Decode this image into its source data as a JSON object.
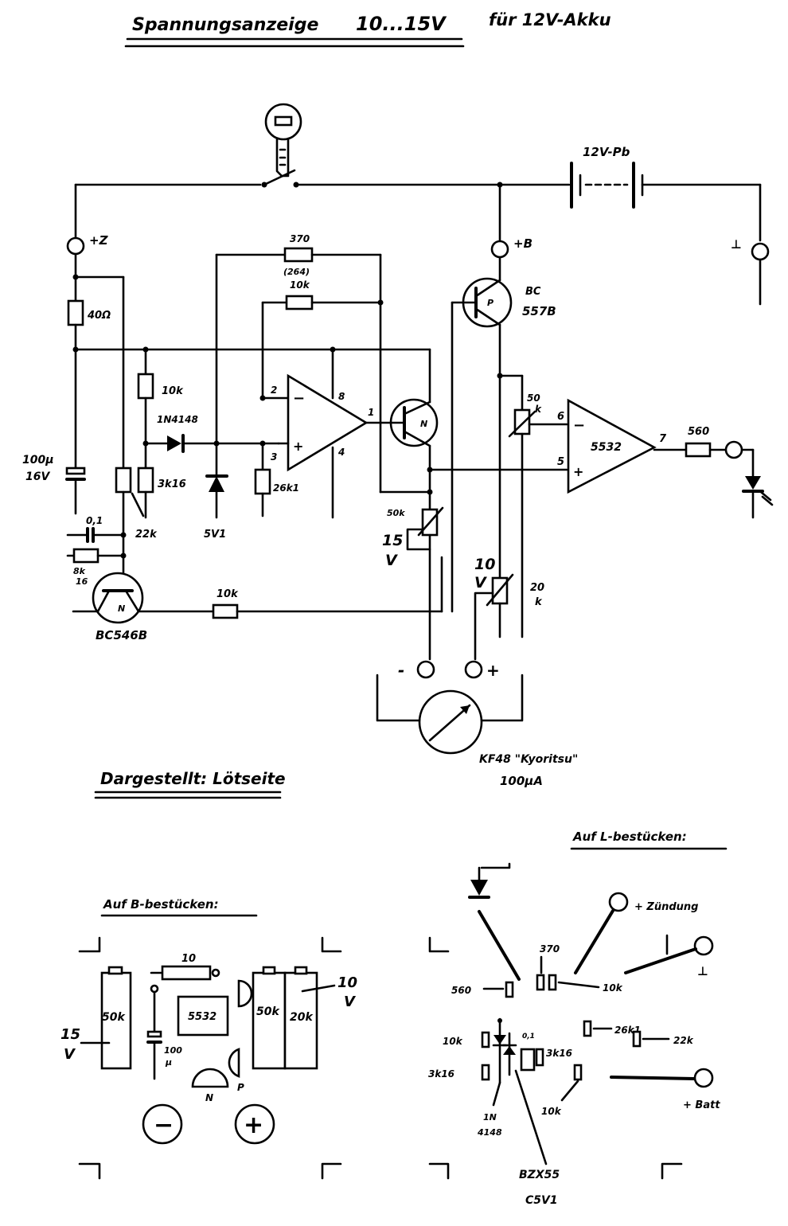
{
  "title": {
    "left": "Spannungsanzeige",
    "range": "10...15V",
    "right": "für 12V-Akku"
  },
  "schematic": {
    "battery": "12V-Pb",
    "terminals": {
      "ignition": "+Z",
      "battery_plus": "+B",
      "ground": "⊥",
      "meter_minus": "-",
      "meter_plus": "+"
    },
    "pnp_transistor": {
      "type_1": "BC",
      "type_2": "557B",
      "label": "P"
    },
    "npn_transistor": {
      "label": "N",
      "type": "BC546B"
    },
    "output_transistor_label": "N",
    "opamp_main": {
      "pins": {
        "inv": "2",
        "noninv": "3",
        "vcc": "8",
        "out": "1",
        "gnd": "4"
      },
      "minus": "−",
      "plus": "+"
    },
    "opamp_5532": {
      "label": "5532",
      "pins": {
        "inv": "6",
        "noninv": "5",
        "out": "7"
      },
      "minus": "−",
      "plus": "+"
    },
    "resistors": {
      "r40": "40Ω",
      "r10k_a": "10k",
      "r3k16": "3k16",
      "r22k": "22k",
      "r370": "370",
      "r370_alt": "(264)",
      "r10k_fb": "10k",
      "r26k1": "26k1",
      "r8k16_a": "8k",
      "r8k16_b": "16",
      "r10k_b": "10k",
      "r560": "560",
      "r10k_meter": "10k"
    },
    "pots": {
      "p50k_a": "50k",
      "p50k_b": "50",
      "p50k_c": "k",
      "p20k_a": "20",
      "p20k_b": "k",
      "v15_a": "15",
      "v15_b": "V",
      "v10_a": "10",
      "v10_b": "V"
    },
    "capacitors": {
      "c100_a": "100μ",
      "c100_b": "16V",
      "c01": "0,1"
    },
    "diodes": {
      "d1": "1N4148",
      "zener": "5V1"
    },
    "meter": {
      "name": "KF48 \"Kyoritsu\"",
      "range": "100μA"
    }
  },
  "note_view": "Dargestellt: Lötseite",
  "board_b": {
    "heading": "Auf B-bestücken:",
    "v15_a": "15",
    "v15_b": "V",
    "p50k": "50k",
    "r10": "10",
    "c_a": "100",
    "c_b": "μ",
    "ic": "5532",
    "n": "N",
    "p": "P",
    "p50k_b": "50k",
    "p20k": "20k",
    "v10_a": "10",
    "v10_b": "V",
    "minus": "−",
    "plus": "+"
  },
  "board_l": {
    "heading": "Auf L-bestücken:",
    "zuendung": "+ Zündung",
    "ground": "⊥",
    "batt": "+ Batt",
    "r370": "370",
    "r560": "560",
    "r10k_a": "10k",
    "r26k1": "26k1",
    "r22k": "22k",
    "r10k_b": "10k",
    "r3k16_a": "3k16",
    "r3k16_b": "3k16",
    "r10k_c": "10k",
    "c01": "0,1",
    "d_a": "1N",
    "d_b": "4148",
    "z_a": "BZX55",
    "z_b": "C5V1"
  }
}
